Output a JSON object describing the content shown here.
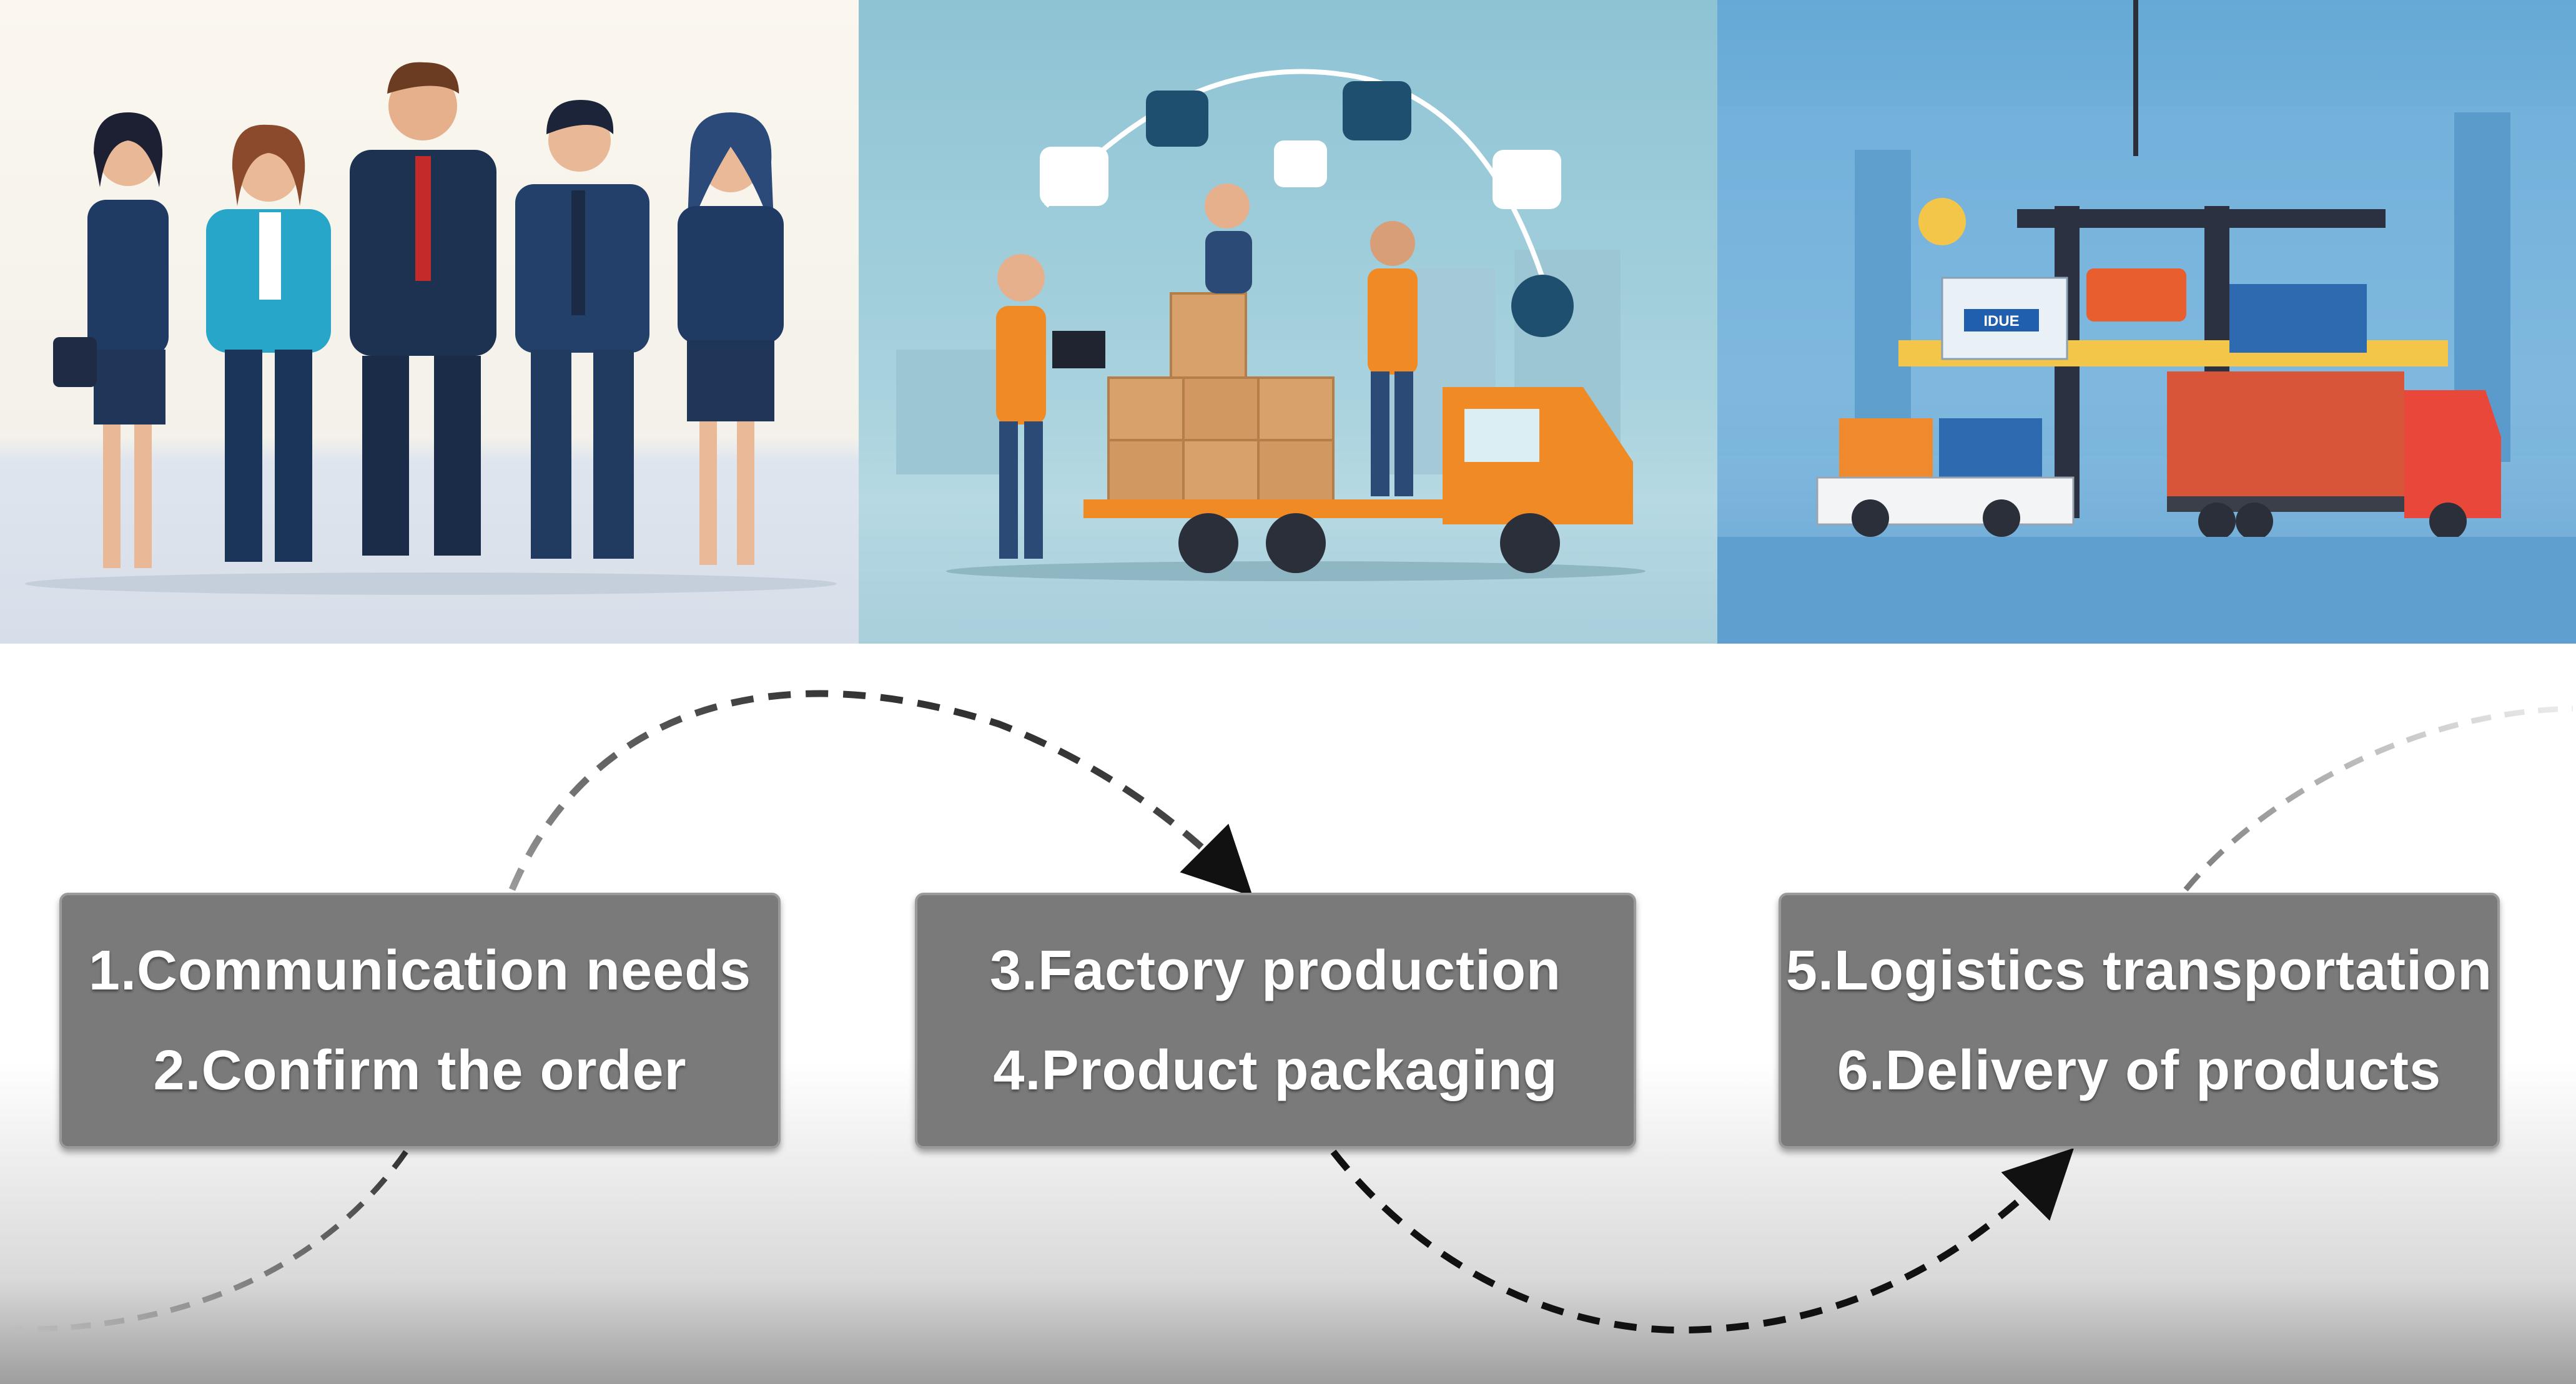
{
  "steps": [
    {
      "line1": "1.Communication needs",
      "line2": "2.Confirm the order"
    },
    {
      "line1": "3.Factory production",
      "line2": "4.Product packaging"
    },
    {
      "line1": "5.Logistics transportation",
      "line2": "6.Delivery of products"
    }
  ],
  "panels": {
    "team": "business-team-illustration",
    "factory": "factory-packaging-illustration",
    "port": "port-logistics-illustration"
  },
  "panel_lettering": {
    "port_container_label": "IDUE"
  },
  "colors": {
    "step_box": "#7a7a7a",
    "step_text": "#ffffff",
    "arrow": "#111111",
    "factory_bg": "#a9d3de",
    "port_bg": "#6aa7d3",
    "truck_orange": "#f08a24",
    "container_red": "#d8553a"
  }
}
